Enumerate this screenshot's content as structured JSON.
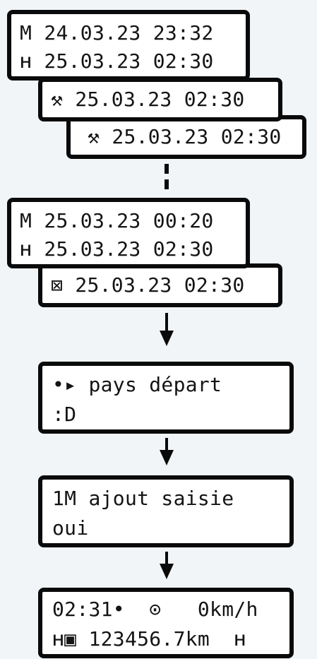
{
  "group1": {
    "box1": {
      "line1": "M 24.03.23 23:32",
      "line2": "ʜ 25.03.23 02:30"
    },
    "box2": {
      "line": "⚒ 25.03.23 02:30"
    },
    "box3": {
      "line": "⚒ 25.03.23 02:30"
    }
  },
  "group2": {
    "box1": {
      "line1": "M 25.03.23 00:20",
      "line2": "ʜ 25.03.23 02:30"
    },
    "box2": {
      "line": "⊠ 25.03.23 02:30"
    }
  },
  "screen_country": {
    "line1": "•▸ pays départ",
    "line2": ":D"
  },
  "screen_confirm": {
    "line1": "1M ajout saisie",
    "line2": "oui"
  },
  "screen_standard": {
    "line1": "02:31•  ⊙   0km/h",
    "line2": "ʜ▣ 123456.7km  ʜ"
  }
}
